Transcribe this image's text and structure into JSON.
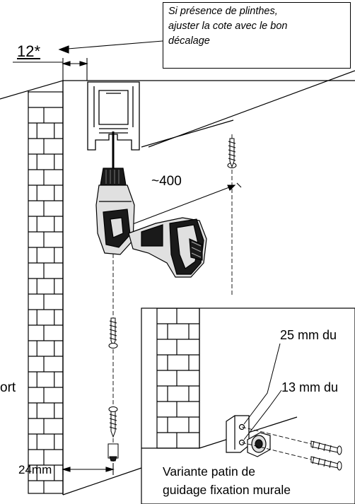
{
  "note": {
    "lines": [
      "Si présence de plinthes,",
      "ajuster la cote avec le bon",
      "décalage"
    ]
  },
  "dimensions": {
    "wall_offset": "12*",
    "screw_spacing": "~400",
    "bottom_offset": "24mm"
  },
  "inset": {
    "hole_top_label": "25 mm du",
    "hole_bottom_label": "13 mm du",
    "variant_lines": [
      "Variante patin de",
      "guidage fixation murale"
    ]
  },
  "side_fragment": "ort",
  "colors": {
    "line": "#000000",
    "drill_body": "#e0e0e0",
    "drill_dark": "#1a1a1a",
    "background": "#ffffff"
  }
}
